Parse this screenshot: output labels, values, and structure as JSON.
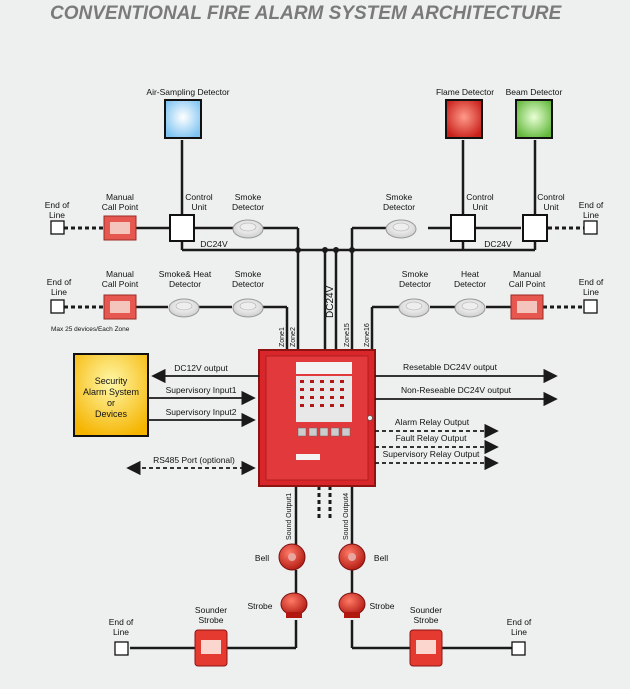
{
  "title": "CONVENTIONAL FIRE ALARM SYSTEM ARCHITECTURE",
  "colors": {
    "background": "#eef0f0",
    "line": "#1a1a1a",
    "panel_red": "#d8262a",
    "air_sampling": "#bfe6ff",
    "flame": "#e4382c",
    "beam": "#8fd36a",
    "security_box": "#ffc820"
  },
  "top_detectors": {
    "air_sampling": "Air-Sampling Detector",
    "flame": "Flame Detector",
    "beam": "Beam Detector"
  },
  "row1": {
    "end_of_line_left": [
      "End of",
      "Line"
    ],
    "manual_call_point": [
      "Manual",
      "Call Point"
    ],
    "control_unit_left": [
      "Control",
      "Unit"
    ],
    "smoke_detector_left": [
      "Smoke",
      "Detector"
    ],
    "smoke_detector_right": [
      "Smoke",
      "Detector"
    ],
    "control_unit_mid": [
      "Control",
      "Unit"
    ],
    "control_unit_right": [
      "Control",
      "Unit"
    ],
    "end_of_line_right": [
      "End of",
      "Line"
    ],
    "dc24v_left": "DC24V",
    "dc24v_right": "DC24V"
  },
  "row2": {
    "end_of_line_left": [
      "End of",
      "Line"
    ],
    "manual_call_point_left": [
      "Manual",
      "Call Point"
    ],
    "smoke_heat_detector": [
      "Smoke& Heat",
      "Detector"
    ],
    "smoke_detector_left": [
      "Smoke",
      "Detector"
    ],
    "smoke_detector_right": [
      "Smoke",
      "Detector"
    ],
    "heat_detector": [
      "Heat",
      "Detector"
    ],
    "manual_call_point_right": [
      "Manual",
      "Call Point"
    ],
    "end_of_line_right": [
      "End of",
      "Line"
    ],
    "max_note": "Max 25 devices/Each Zone"
  },
  "zones": {
    "zone1": "Zone1",
    "zone2": "Zone2",
    "zone15": "Zone15",
    "zone16": "Zone16",
    "dc24v_vertical": "DC24V"
  },
  "security_box": [
    "Security",
    "Alarm System",
    "or",
    "Devices"
  ],
  "panel_links_left": {
    "dc12v": "DC12V output",
    "sup1": "Supervisory Input1",
    "sup2": "Supervisory Input2",
    "rs485": "RS485 Port (optional)"
  },
  "panel_links_right": {
    "resetable": "Resetable DC24V output",
    "nonresetable": "Non-Reseable DC24V output",
    "alarm_relay": "Alarm Relay Output",
    "fault_relay": "Fault Relay Output",
    "supervisory_relay": "Supervisory Relay Output"
  },
  "outputs": {
    "sound_output1": "Sound Output1",
    "sound_output4": "Sound Output4",
    "bell_left": "Bell",
    "bell_right": "Bell",
    "strobe_left": "Strobe",
    "strobe_right": "Strobe",
    "sounder_strobe_left": [
      "Sounder",
      "Strobe"
    ],
    "sounder_strobe_right": [
      "Sounder",
      "Strobe"
    ],
    "end_of_line_left": [
      "End of",
      "Line"
    ],
    "end_of_line_right": [
      "End of",
      "Line"
    ]
  }
}
